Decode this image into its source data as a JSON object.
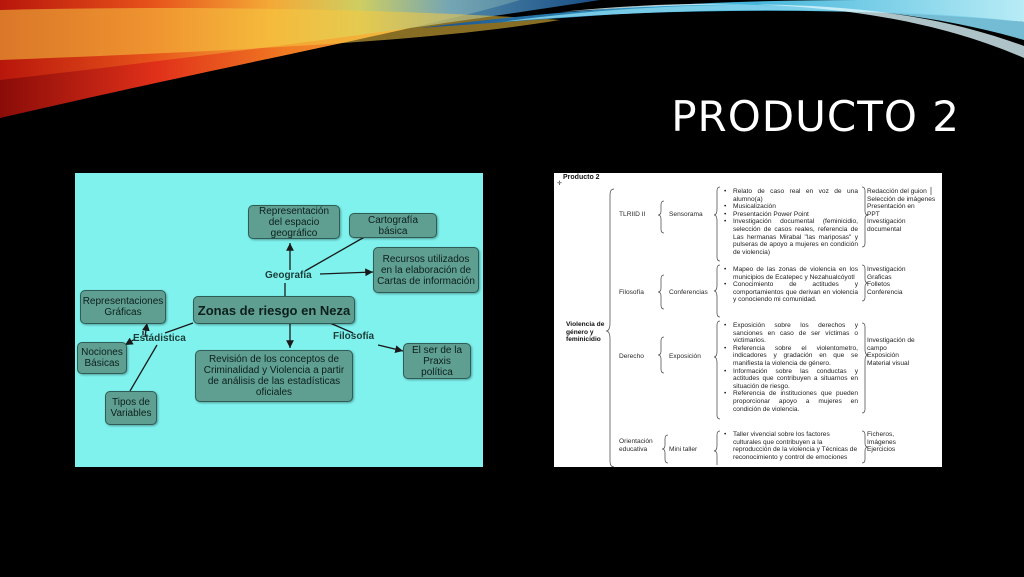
{
  "slide": {
    "title": "PRODUCTO 2"
  },
  "concept_map": {
    "central": "Zonas de riesgo en Neza",
    "labels": {
      "geografia": "Geografía",
      "estadistica": "Estádistica",
      "filosofia": "Filosofía"
    },
    "nodes": {
      "representacion": "Representación del espacio geográfico",
      "cartografia": "Cartografía básica",
      "recursos": "Recursos utilizados en la elaboración de Cartas de información",
      "representaciones": "Representaciones Gráficas",
      "nociones": "Nociones Básicas",
      "tipos": "Tipos de Variables",
      "revision": "Revisión de los conceptos de Criminalidad y Violencia a partir de análisis de las estadísticas oficiales",
      "ser": "El ser de la Praxis política"
    }
  },
  "table_doc": {
    "heading": "Producto 2",
    "root": "Violencia de género y feminicidio",
    "rows": [
      {
        "area": "TLRIID II",
        "activity": "Sensorama",
        "items": [
          "Relato de caso real en voz de una alumno(a)",
          "Musicalización",
          "Presentación Power Point",
          "Investigación documental (feminicidio, selección de casos reales, referencia de Las hermanas Mirabal \"las mariposas\" y pulseras de apoyo a mujeres en condición de violencia)"
        ],
        "products": [
          "Redacción del guion",
          "Selección de imágenes",
          "Presentación en PPT",
          "Investigación documental"
        ]
      },
      {
        "area": "Filosofía",
        "activity": "Conferencias",
        "items": [
          "Mapeo de las zonas de violencia en los municipios de Ecatepec y Nezahualcóyotl",
          "Conocimiento de actitudes y comportamientos que derivan en violencia y conociendo mi comunidad."
        ],
        "products": [
          "Investigación",
          "Graficas",
          "Folletos",
          "Conferencia"
        ]
      },
      {
        "area": "Derecho",
        "activity": "Exposición",
        "items": [
          "Exposición sobre los derechos y sanciones en caso de ser víctimas o victimarios.",
          "Referencia sobre el violentometro, indicadores y gradación en que se manifiesta la violencia de género.",
          "Información sobre las conductas y actitudes que contribuyen a situarnos en situación de riesgo.",
          "Referencia de instituciones que pueden proporcionar apoyo a mujeres en condición de violencia."
        ],
        "products": [
          "Investigación de campo",
          "Exposición",
          "Material visual"
        ]
      },
      {
        "area": "Orientación educativa",
        "activity": "Mini taller",
        "items": [
          "Taller vivencial sobre los factores culturales que contribuyen a la reproducción de la violencia y Técnicas de reconocimiento y control de emociones"
        ],
        "products": [
          "Ficheros,",
          "Imágenes",
          "Ejercicios"
        ]
      }
    ]
  }
}
